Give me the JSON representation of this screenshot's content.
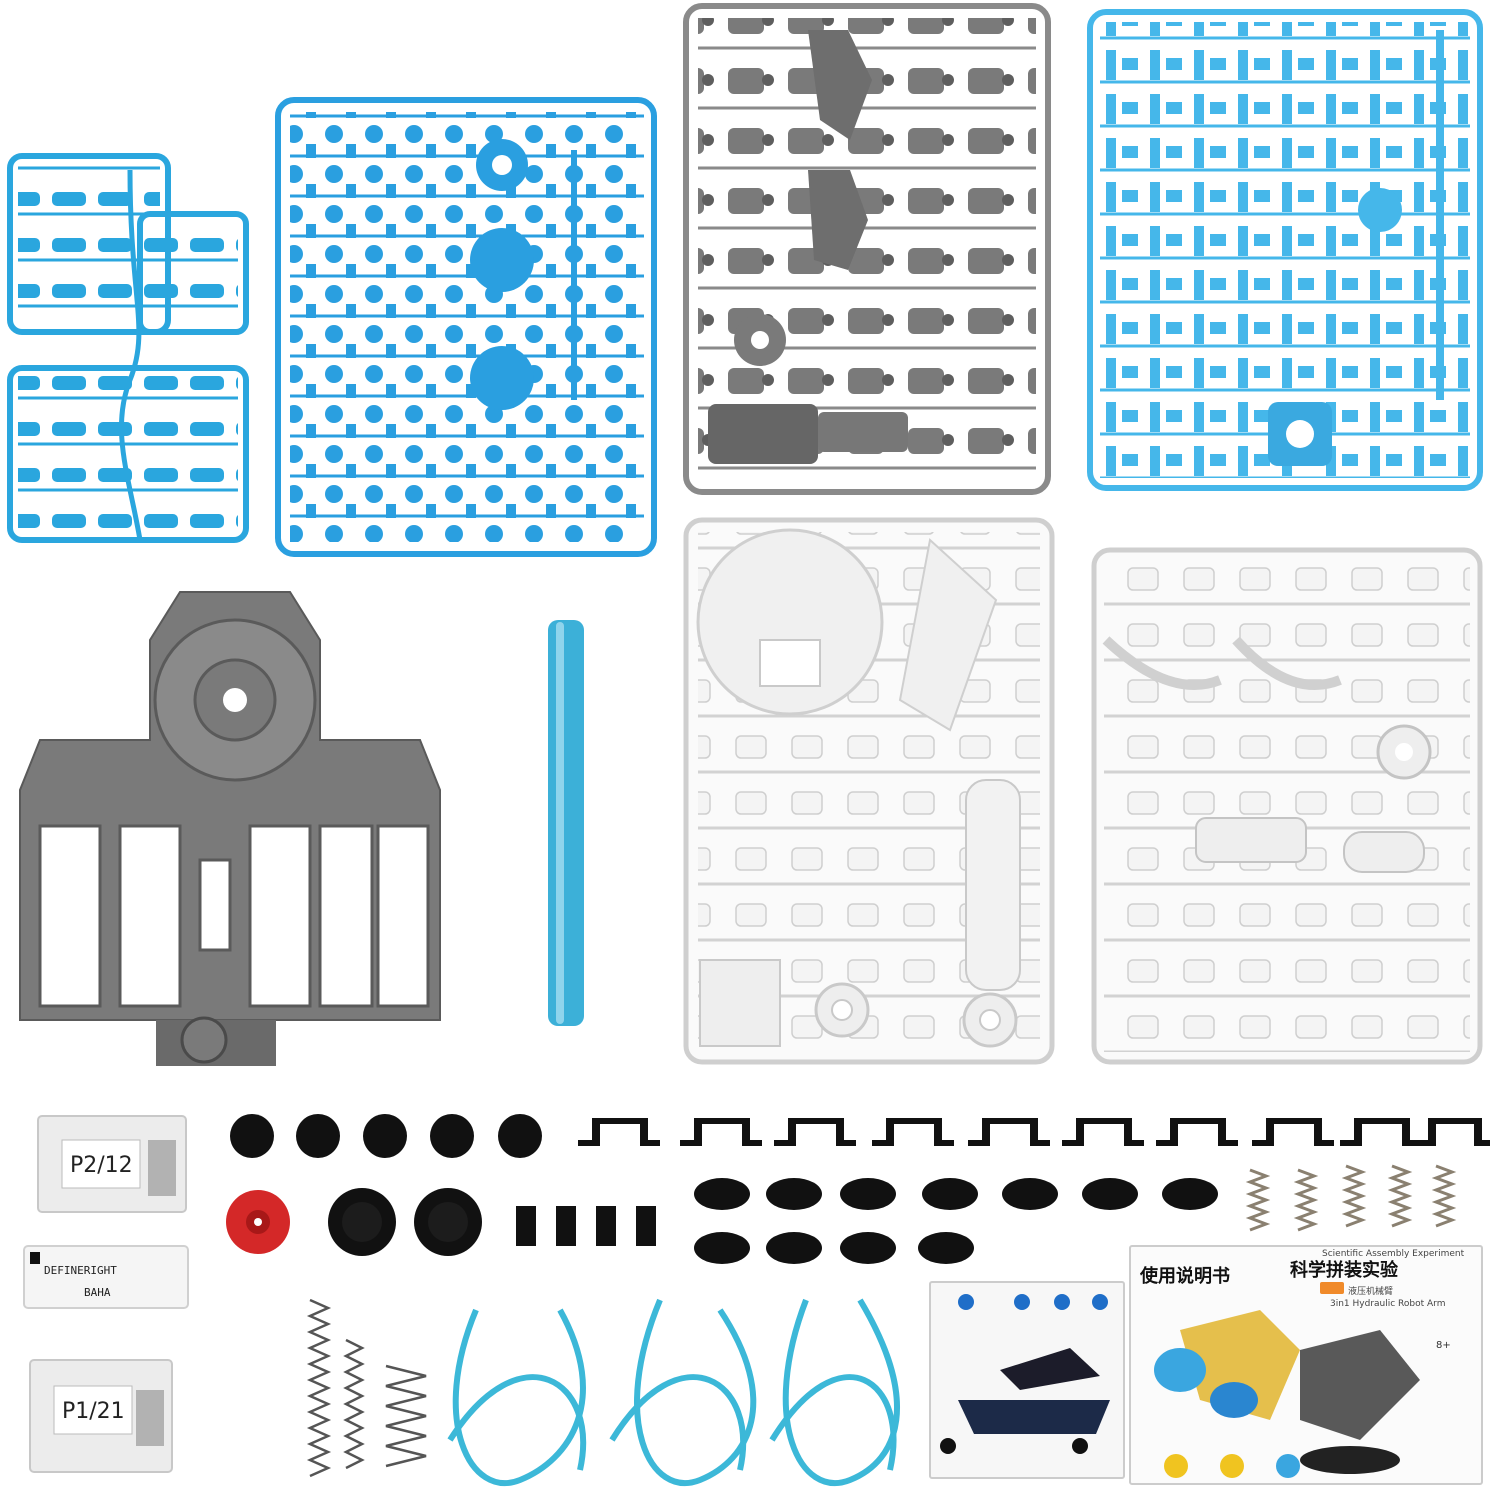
{
  "bags": [
    {
      "label": "P2/12"
    },
    {
      "label": "DEFINERIGHT",
      "sub": "BAHA"
    },
    {
      "label": "P1/21"
    }
  ],
  "manual": {
    "title_left": "使用说明书",
    "title_right": "科学拼装实验",
    "subtitle_top": "Scientific Assembly Experiment",
    "subtitle_cn": "液压机械臂",
    "subtitle_en": "3in1 Hydraulic Robot Arm",
    "age": "8+"
  },
  "colors": {
    "blue": "#2aa6de",
    "blue_light": "#45b7ea",
    "gray": "#7a7a7a",
    "white_part": "#f0f0f0",
    "black": "#111111",
    "red": "#d42828",
    "tube": "#3cb8d8"
  }
}
